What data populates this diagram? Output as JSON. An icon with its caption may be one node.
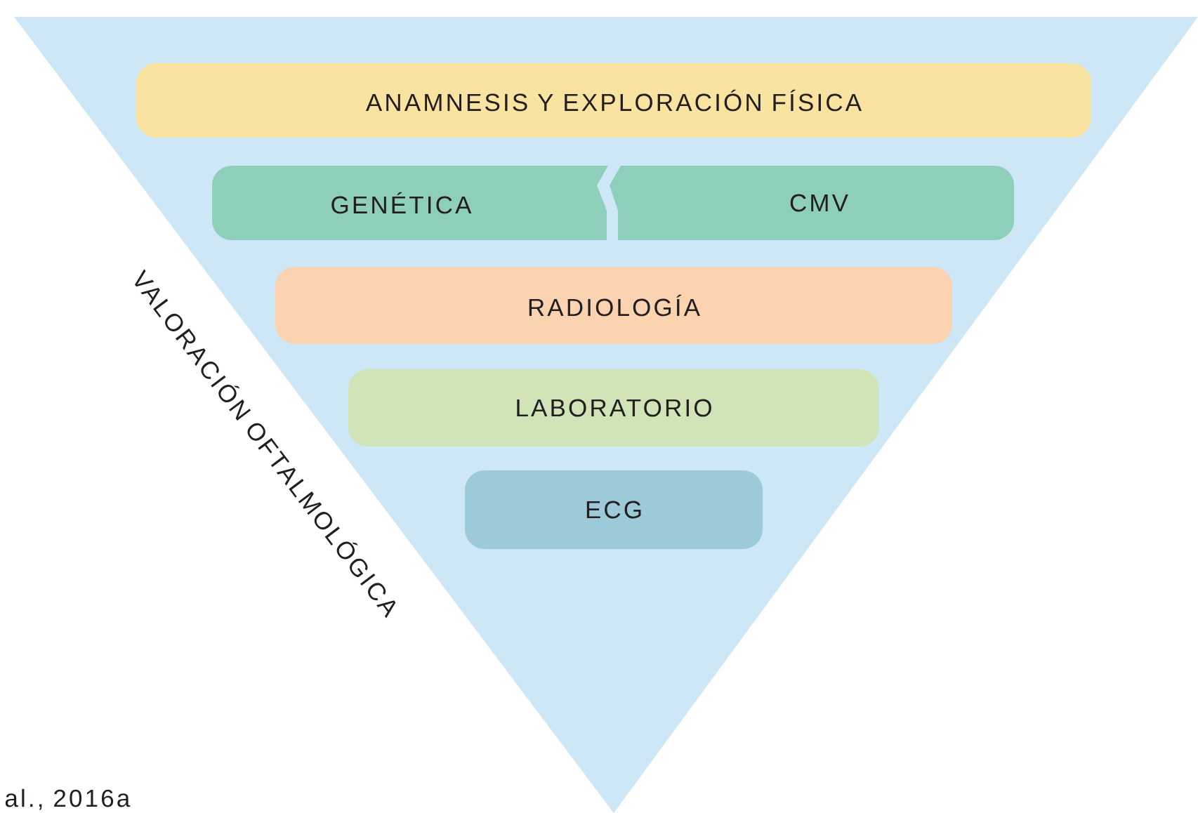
{
  "diagram": {
    "nodes": [
      {
        "text": [
          "VALORACIÓN OFTALMOLÓGICA"
        ]
      },
      {
        "text": [
          "ANAMNESIS  Y EXPLORACIÓN FÍSICA"
        ],
        "in": 0
      },
      {
        "text": [
          "GENÉTICA"
        ],
        "in": 0
      },
      {
        "text": [
          "CMV"
        ],
        "in": 0
      },
      {
        "text": [
          "RADIOLOGÍA"
        ],
        "in": 0
      },
      {
        "text": [
          "LABORATORIO"
        ],
        "in": 0
      },
      {
        "text": [
          "ECG"
        ],
        "in": 0
      }
    ],
    "labels": [
      "al., 2016a"
    ]
  }
}
